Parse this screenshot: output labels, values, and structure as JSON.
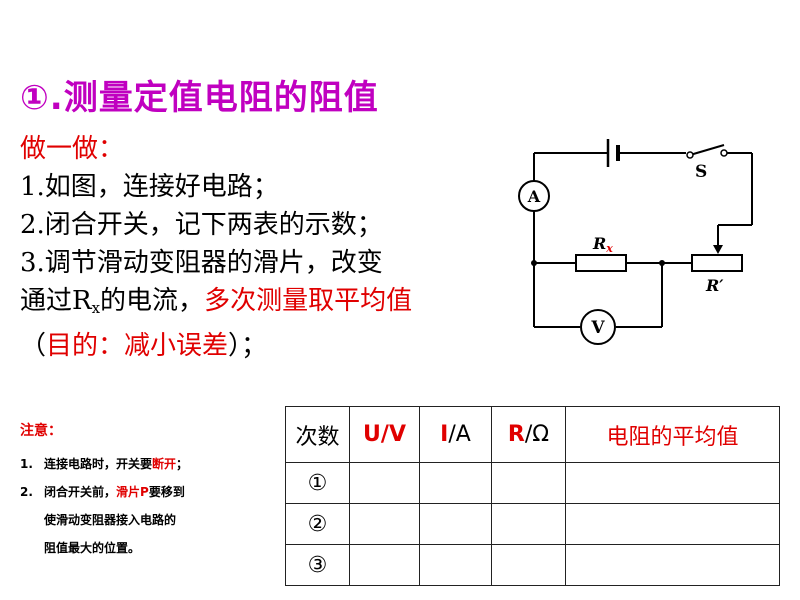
{
  "title": "①.测量定值电阻的阻值",
  "steps": {
    "heading": "做一做：",
    "step1": "1.如图，连接好电路；",
    "step2": "2.闭合开关，记下两表的示数；",
    "step3": "3.调节滑动变阻器的滑片，改变",
    "step4_prefix": "通过R",
    "step4_sub": "x",
    "step4_mid": "的电流，",
    "step4_red": "多次测量取平均值",
    "step5_open": "（",
    "step5_red": "目的：减小误差",
    "step5_close": "）；"
  },
  "notes": {
    "title": "注意：",
    "n1_prefix": "1.",
    "n1_text": "连接电路时，开关要",
    "n1_red": "断开",
    "n1_end": "；",
    "n2_prefix": "2.",
    "n2_text": "闭合开关前，",
    "n2_red": "滑片P",
    "n2_text2": "要移到",
    "n2_line2": "使滑动变阻器接入电路的",
    "n2_line3": "阻值最大的位置。"
  },
  "circuit": {
    "switch_label": "S",
    "ammeter_label": "A",
    "voltmeter_label": "V",
    "rx_label": "R",
    "rx_sub": "x",
    "rheostat_label": "R′"
  },
  "table": {
    "headers": [
      {
        "main": "次数",
        "unit": ""
      },
      {
        "main": "U",
        "unit": "/V"
      },
      {
        "main": "I",
        "unit": "/A"
      },
      {
        "main": "R",
        "unit": "/Ω"
      },
      {
        "main": "电阻的平均值",
        "unit": ""
      }
    ],
    "rows": [
      "①",
      "②",
      "③"
    ]
  },
  "colors": {
    "title": "#c000c0",
    "highlight": "#e00000"
  }
}
